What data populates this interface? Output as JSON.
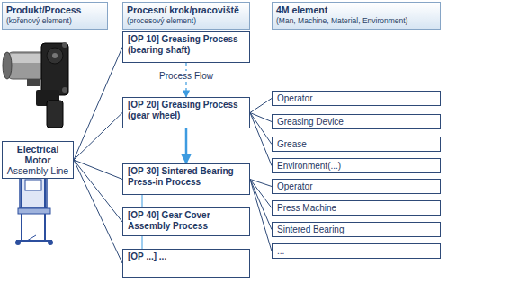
{
  "diagram": {
    "nodes": [
      {
        "text": [
          "Produkt/Process",
          "(kořenový element)"
        ]
      },
      {
        "text": [
          "Procesní krok/pracoviště",
          "(procesový element)"
        ]
      },
      {
        "text": [
          "4M element",
          "(Man, Machine, Material, Environment)"
        ]
      },
      {
        "text": [
          "Electrical Motor",
          "Assembly Line"
        ]
      },
      {
        "text": [
          "[OP 10] Greasing Process (bearing shaft)"
        ]
      },
      {
        "text": [
          "[OP 20] Greasing Process (gear wheel)"
        ]
      },
      {
        "text": [
          "[OP 30] Sintered Bearing Press-in Process"
        ]
      },
      {
        "text": [
          "[OP 40] Gear Cover Assembly Process"
        ]
      },
      {
        "text": [
          "[OP ...] ..."
        ]
      },
      {
        "text": [
          "Operator"
        ]
      },
      {
        "text": [
          "Greasing Device"
        ]
      },
      {
        "text": [
          "Grease"
        ]
      },
      {
        "text": [
          "Environment(...)"
        ]
      },
      {
        "text": [
          "Operator"
        ]
      },
      {
        "text": [
          "Press Machine"
        ]
      },
      {
        "text": [
          "Sintered Bearing"
        ]
      },
      {
        "text": [
          "..."
        ]
      }
    ],
    "edges": [
      {
        "from": 3,
        "to": 4,
        "arrow": "none"
      },
      {
        "from": 3,
        "to": 5,
        "arrow": "none"
      },
      {
        "from": 3,
        "to": 6,
        "arrow": "none"
      },
      {
        "from": 3,
        "to": 7,
        "arrow": "none"
      },
      {
        "from": 3,
        "to": 8,
        "arrow": "none"
      },
      {
        "from": 4,
        "to": 5,
        "label": "Process Flow",
        "arrow": "to"
      },
      {
        "from": 5,
        "to": 6,
        "arrow": "to"
      },
      {
        "from": 6,
        "to": 7,
        "arrow": "none"
      },
      {
        "from": 7,
        "to": 8,
        "arrow": "none"
      },
      {
        "from": 5,
        "to": 9,
        "arrow": "none"
      },
      {
        "from": 5,
        "to": 10,
        "arrow": "none"
      },
      {
        "from": 5,
        "to": 11,
        "arrow": "none"
      },
      {
        "from": 5,
        "to": 12,
        "arrow": "none"
      },
      {
        "from": 6,
        "to": 13,
        "arrow": "none"
      },
      {
        "from": 6,
        "to": 14,
        "arrow": "none"
      },
      {
        "from": 6,
        "to": 15,
        "arrow": "none"
      },
      {
        "from": 6,
        "to": 16,
        "arrow": "none"
      }
    ]
  }
}
